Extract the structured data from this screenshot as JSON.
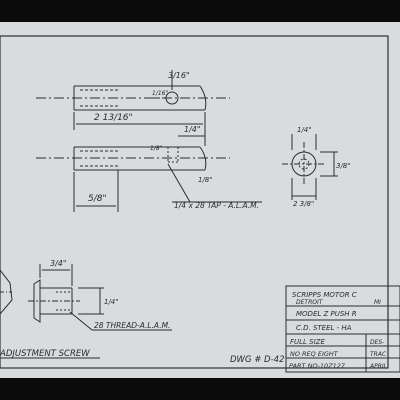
{
  "drawing": {
    "title_block": {
      "company_line1": "SCRIPPS MOTOR C",
      "company_line2a": "DETROIT",
      "company_line2b": "MI",
      "model": "MODEL Z PUSH R",
      "material": "C.D. STEEL - HA",
      "scale_label": "FULL SIZE",
      "designed": "DES-",
      "quantity": "NO REQ EIGHT",
      "traced": "TRAC",
      "part_number": "PART NO-10Z127",
      "date": "APRIL"
    },
    "dwg_number": "DWG # D-42",
    "labels": {
      "tap_note": "1/4 x 28 TAP - A.L.A.M.",
      "thread_note": "28 THREAD-A.L.A.M.",
      "adjustment_screw": "ADJUSTMENT SCREW"
    },
    "dimensions": {
      "hole_3_16": "3/16\"",
      "length_2_13_16": "2 13/16\"",
      "len_1_4": "1/4\"",
      "len_1_8": "1/8\"",
      "len_5_8": "5/8\"",
      "end_1_4": "1/4\"",
      "end_3_8": "3/8\"",
      "end_2_3_8": "2 3/8\"",
      "screw_3_4": "3/4\"",
      "screw_1_4": "1/4\"",
      "small_1_16": "1/16\""
    }
  }
}
